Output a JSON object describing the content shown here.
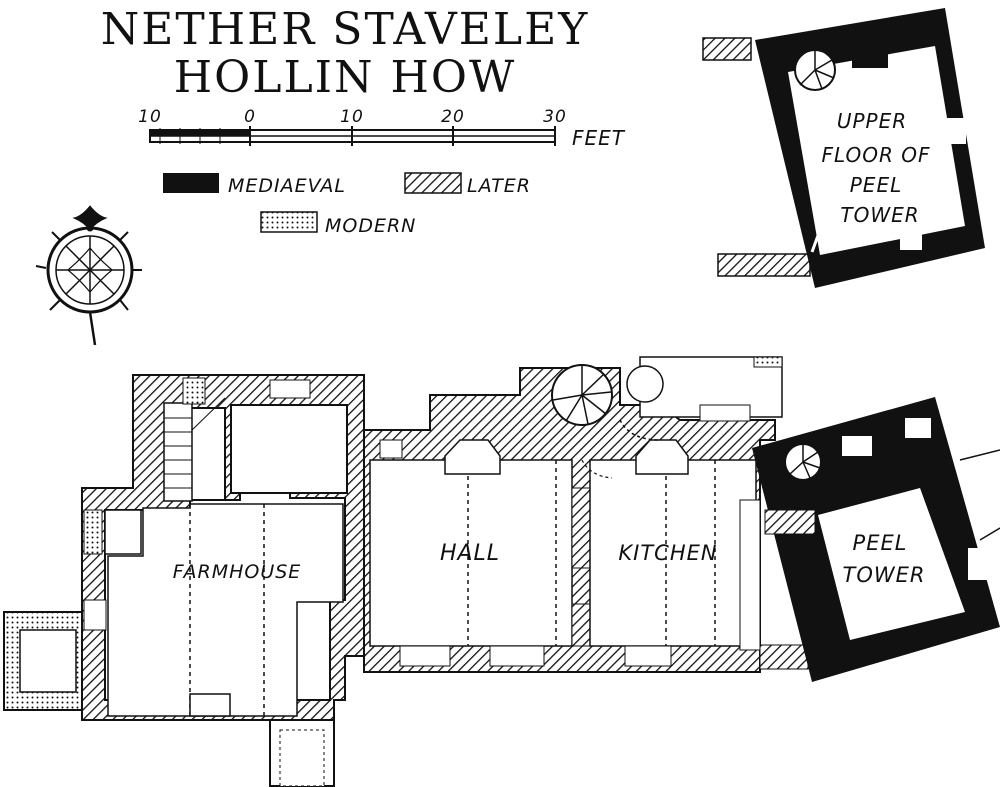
{
  "title": {
    "line1": "NETHER STAVELEY",
    "line2": "HOLLIN HOW"
  },
  "scale": {
    "ticks": [
      "10",
      "0",
      "10",
      "20",
      "30"
    ],
    "unit": "FEET"
  },
  "legend": [
    {
      "key": "mediaeval",
      "label": "MEDIAEVAL"
    },
    {
      "key": "later",
      "label": "LATER"
    },
    {
      "key": "modern",
      "label": "MODERN"
    }
  ],
  "inset": {
    "lines": [
      "UPPER",
      "FLOOR OF",
      "PEEL",
      "TOWER"
    ]
  },
  "rooms": {
    "farmhouse": "FARMHOUSE",
    "hall": "HALL",
    "kitchen": "KITCHEN",
    "peel_tower": [
      "PEEL",
      "TOWER"
    ]
  },
  "colors": {
    "ink": "#111111",
    "paper": "#ffffff"
  }
}
